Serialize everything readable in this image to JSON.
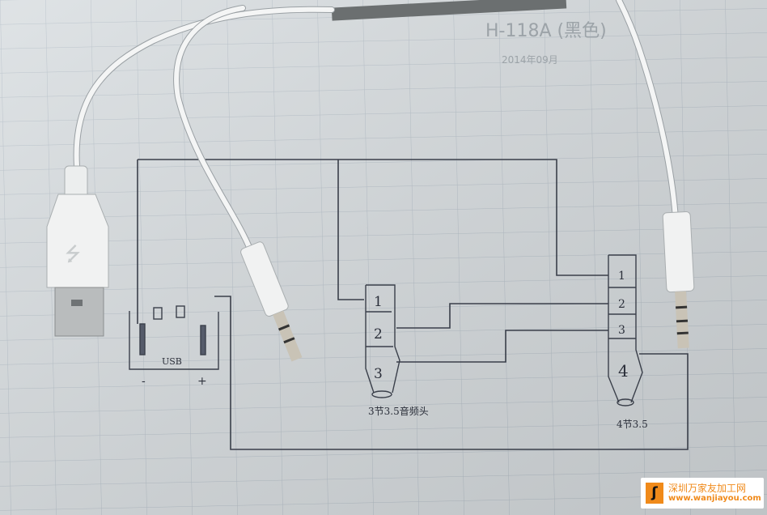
{
  "diagram": {
    "usb_label": "USB",
    "usb_minus": "-",
    "usb_plus": "+",
    "jack3_pins": [
      "1",
      "2",
      "3"
    ],
    "jack3_caption": "3节3.5音频头",
    "jack4_pins": [
      "1",
      "2",
      "3",
      "4"
    ],
    "jack4_caption": "4节3.5"
  },
  "printed_header": {
    "line1": "H-118A (黑色)",
    "line2": "2014年09月"
  },
  "watermark": {
    "name": "深圳万家友加工网",
    "url": "www.wanjiayou.com"
  }
}
